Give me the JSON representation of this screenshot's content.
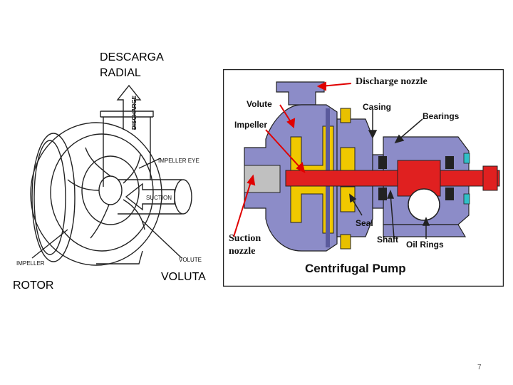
{
  "slide": {
    "left_title_line1": "DESCARGA",
    "left_title_line2": "RADIAL",
    "rotor_label": "ROTOR",
    "voluta_label": "VOLUTA",
    "page_number": "7"
  },
  "sketch": {
    "discharge": "DISCHARGE",
    "impeller_eye": "IMPELLER EYE",
    "suction": "SUCTION",
    "impeller": "IMPELLER",
    "volute": "VOLUTE"
  },
  "pump": {
    "title": "Centrifugal Pump",
    "discharge_nozzle": "Discharge nozzle",
    "volute": "Volute",
    "casing": "Casing",
    "bearings": "Bearings",
    "impeller": "Impeller",
    "suction_line1": "Suction",
    "suction_line2": "nozzle",
    "seal": "Seal",
    "shaft": "Shaft",
    "oil_rings": "Oil Rings"
  },
  "colors": {
    "casing": "#8c8cc8",
    "casing_dark": "#5a5a9c",
    "impeller": "#f0c800",
    "shaft": "#e02020",
    "arrow": "#e00000",
    "black_arrow": "#222222",
    "bolt": "#e8c000",
    "cyan": "#30c0c8"
  }
}
